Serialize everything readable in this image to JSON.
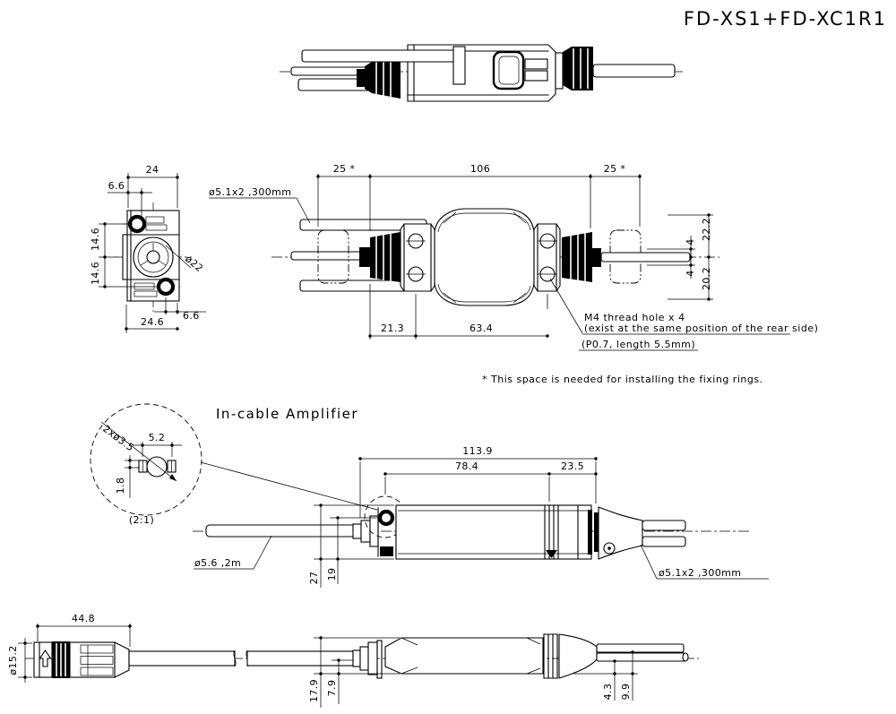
{
  "title": "FD-XS1+FD-XC1R1",
  "colors": {
    "line": "#000000",
    "background": "#ffffff"
  },
  "sections": {
    "amplifier": "In-cable Amplifier",
    "detail_scale": "(2:1)"
  },
  "notes": {
    "fixing_rings": "* This space is needed for installing the fixing rings.",
    "m4_title": "M4 thread hole x 4",
    "m4_detail": "(exist at the same position of the rear side)",
    "m4_pitch": "(P0.7, length 5.5mm)"
  },
  "cable_labels": {
    "sensor_tubes": "ø5.1x2 ,300mm",
    "amp_out_tubes": "ø5.1x2 ,300mm",
    "amp_in_cable": "ø5.6 ,2m"
  },
  "dims": {
    "side": {
      "w_top": "24",
      "off_top": "6.6",
      "h_up": "14.6",
      "h_low": "14.6",
      "lens": "ø22",
      "off_bot": "6.6",
      "w_bot": "24.6"
    },
    "front": {
      "sp_l": "25 *",
      "len": "106",
      "sp_r": "25 *",
      "t4a": "4",
      "h_top": "22.2",
      "t4b": "4",
      "h_bot": "20.2",
      "off": "21.3",
      "pitch": "63.4"
    },
    "detail": {
      "holes": "2xø3.5",
      "w": "5.2",
      "d": "1.8"
    },
    "amp": {
      "total": "113.9",
      "pitch": "78.4",
      "end": "23.5",
      "h": "27",
      "hole": "19"
    },
    "conn": {
      "len": "44.8",
      "dia": "ø15.2"
    },
    "amp_side": {
      "h1": "17.9",
      "h2": "7.9",
      "t1": "4.3",
      "t2": "9.9"
    }
  }
}
